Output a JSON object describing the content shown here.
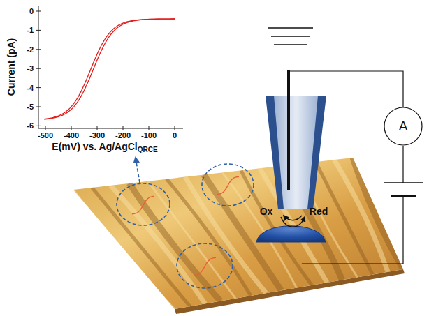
{
  "diagram": {
    "nodes": [
      {
        "text": [
          "A"
        ]
      }
    ],
    "edges": [],
    "labels": [
      "Current (pA)",
      "0",
      "-1",
      "-2",
      "-3",
      "-4",
      "-5",
      "-6",
      "-500",
      "-400",
      "-300",
      "-200",
      "-100",
      "0",
      "E(mV) vs. Ag/AgCl",
      "QRCE",
      "Ox",
      "Red"
    ]
  }
}
